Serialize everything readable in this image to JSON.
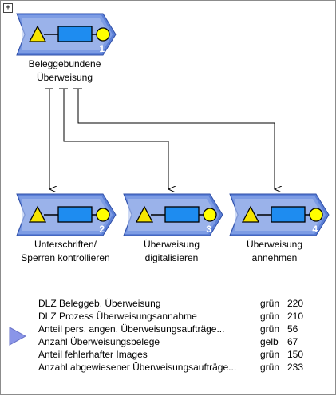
{
  "diagram": {
    "expand_symbol": "+",
    "processes": [
      {
        "id": "p1",
        "number": "1",
        "label_lines": [
          "Beleggebundene",
          "Überweisung"
        ]
      },
      {
        "id": "p2",
        "number": "2",
        "label_lines": [
          "Unterschriften/",
          "Sperren kontrollieren"
        ]
      },
      {
        "id": "p3",
        "number": "3",
        "label_lines": [
          "Überweisung",
          "digitalisieren"
        ]
      },
      {
        "id": "p4",
        "number": "4",
        "label_lines": [
          "Überweisung",
          "annehmen"
        ]
      }
    ],
    "kpis": [
      {
        "name": "DLZ Beleggeb. Überweisung",
        "status": "grün",
        "value": "220"
      },
      {
        "name": "DLZ Prozess Überweisungsannahme",
        "status": "grün",
        "value": "210"
      },
      {
        "name": "Anteil pers. angen. Überweisungsaufträge...",
        "status": "grün",
        "value": "56"
      },
      {
        "name": "Anzahl Überweisungsbelege",
        "status": "gelb",
        "value": "67"
      },
      {
        "name": "Anteil fehlerhafter Images",
        "status": "grün",
        "value": "150"
      },
      {
        "name": "Anzahl abgewiesener Überweisungsaufträge...",
        "status": "grün",
        "value": "233"
      }
    ],
    "colors": {
      "shape_fill": "#5b7fd6",
      "shape_light": "#c3d2f4",
      "triangle": "#f5e400",
      "circle": "#ffff00",
      "rect": "#1e8cf0",
      "pointer": "#8a95e8"
    },
    "selected_kpi_indicator": "triangle-pointer-icon"
  }
}
